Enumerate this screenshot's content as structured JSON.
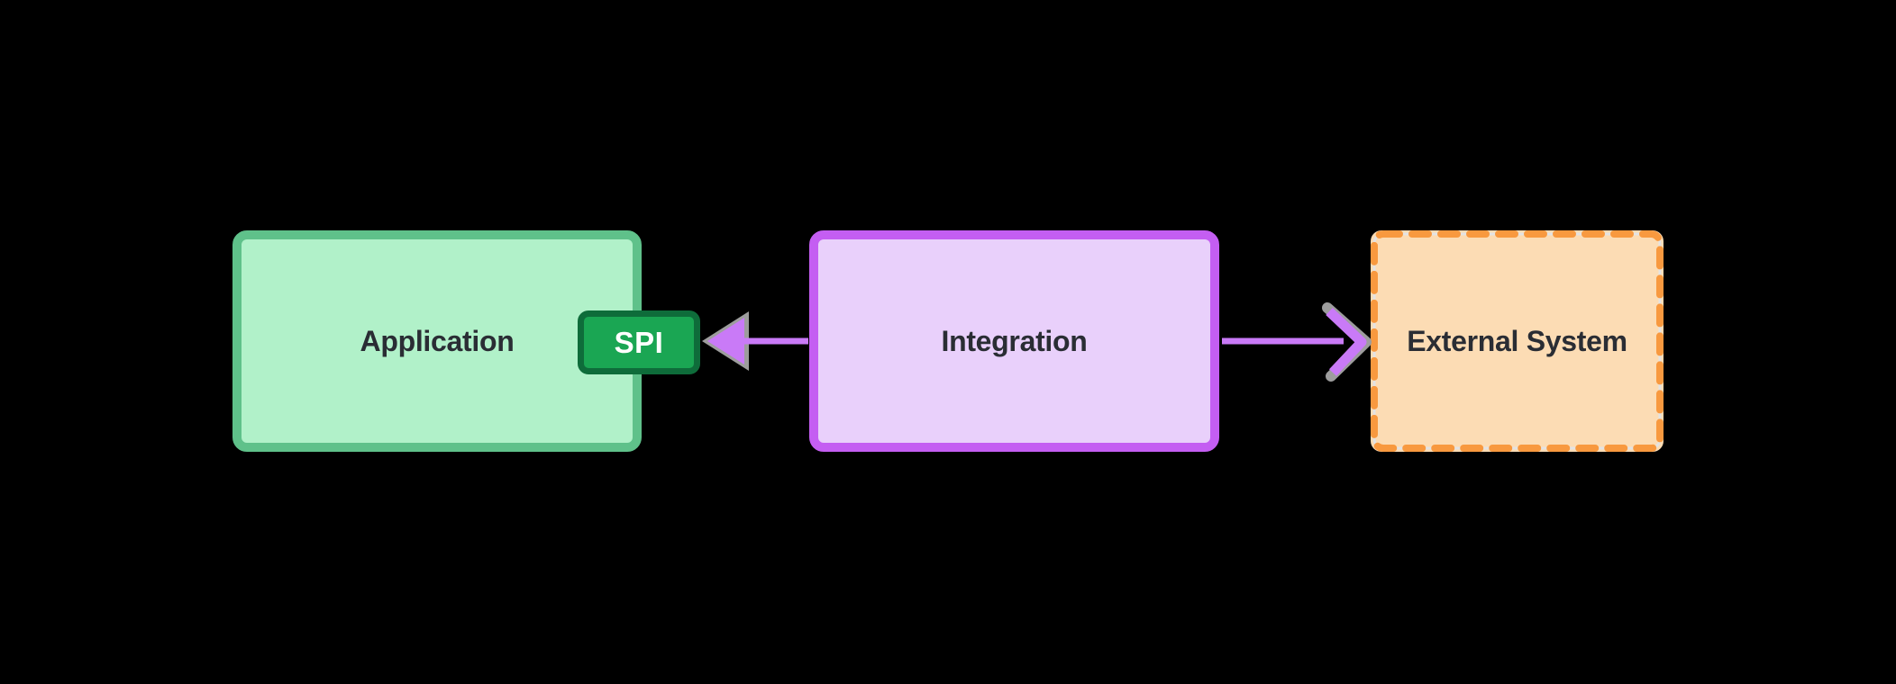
{
  "diagram": {
    "background_color": "#000000",
    "label_color": "#2a2d34",
    "nodes": {
      "application": {
        "label": "Application",
        "fill": "#b1f1c9",
        "border_color": "#5fc18a",
        "border_style": "solid"
      },
      "spi": {
        "label": "SPI",
        "fill": "#1aa653",
        "border_color": "#0e6c3a",
        "text_color": "#ffffff",
        "attached_to": "application-right-edge"
      },
      "integration": {
        "label": "Integration",
        "fill": "#e9d0fb",
        "border_color": "#c45ef2",
        "border_style": "solid"
      },
      "external_system": {
        "label": "External System",
        "fill": "#fcdcb4",
        "border_color": "#f8993f",
        "border_style": "dashed",
        "under_border_color": "#e3e3e3"
      }
    },
    "edges": {
      "integration_to_spi": {
        "from": "integration",
        "to": "spi",
        "direction": "left",
        "head": "solid-triangle",
        "color": "#c97af7",
        "halo_color": "#9d9d9d"
      },
      "integration_to_external": {
        "from": "integration",
        "to": "external_system",
        "direction": "right",
        "head": "open-chevron",
        "color": "#c97af7",
        "halo_color": "#9d9d9d"
      }
    }
  }
}
